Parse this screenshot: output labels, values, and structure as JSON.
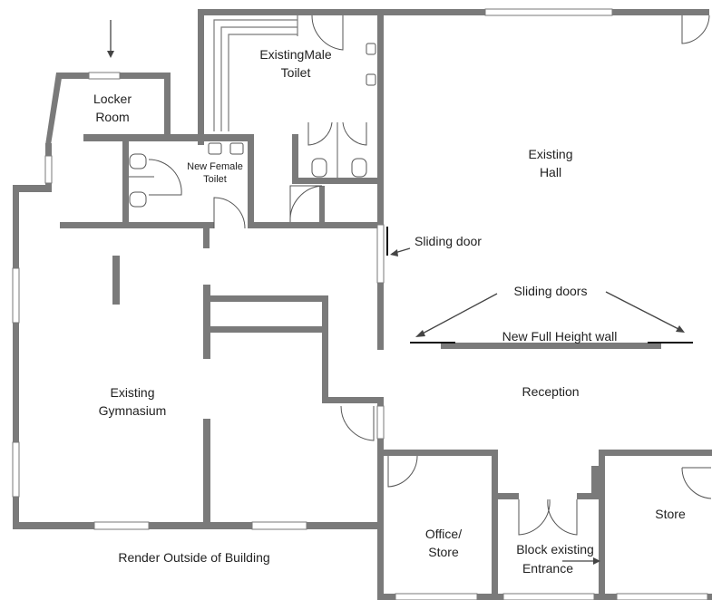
{
  "labels": {
    "locker_room_line1": "Locker",
    "locker_room_line2": "Room",
    "male_toilet_line1": "ExistingMale",
    "male_toilet_line2": "Toilet",
    "female_toilet_line1": "New Female",
    "female_toilet_line2": "Toilet",
    "hall_line1": "Existing",
    "hall_line2": "Hall",
    "sliding_door": "Sliding door",
    "sliding_doors": "Sliding doors",
    "new_wall": "New Full Height wall",
    "gym_line1": "Existing",
    "gym_line2": "Gymnasium",
    "reception": "Reception",
    "office_line1": "Office/",
    "office_line2": "Store",
    "store": "Store",
    "render_outside": "Render Outside of Building",
    "block_line1": "Block existing",
    "block_line2": "Entrance"
  },
  "colors": {
    "wall": "#7a7a7a",
    "text": "#222222",
    "background": "#ffffff"
  }
}
